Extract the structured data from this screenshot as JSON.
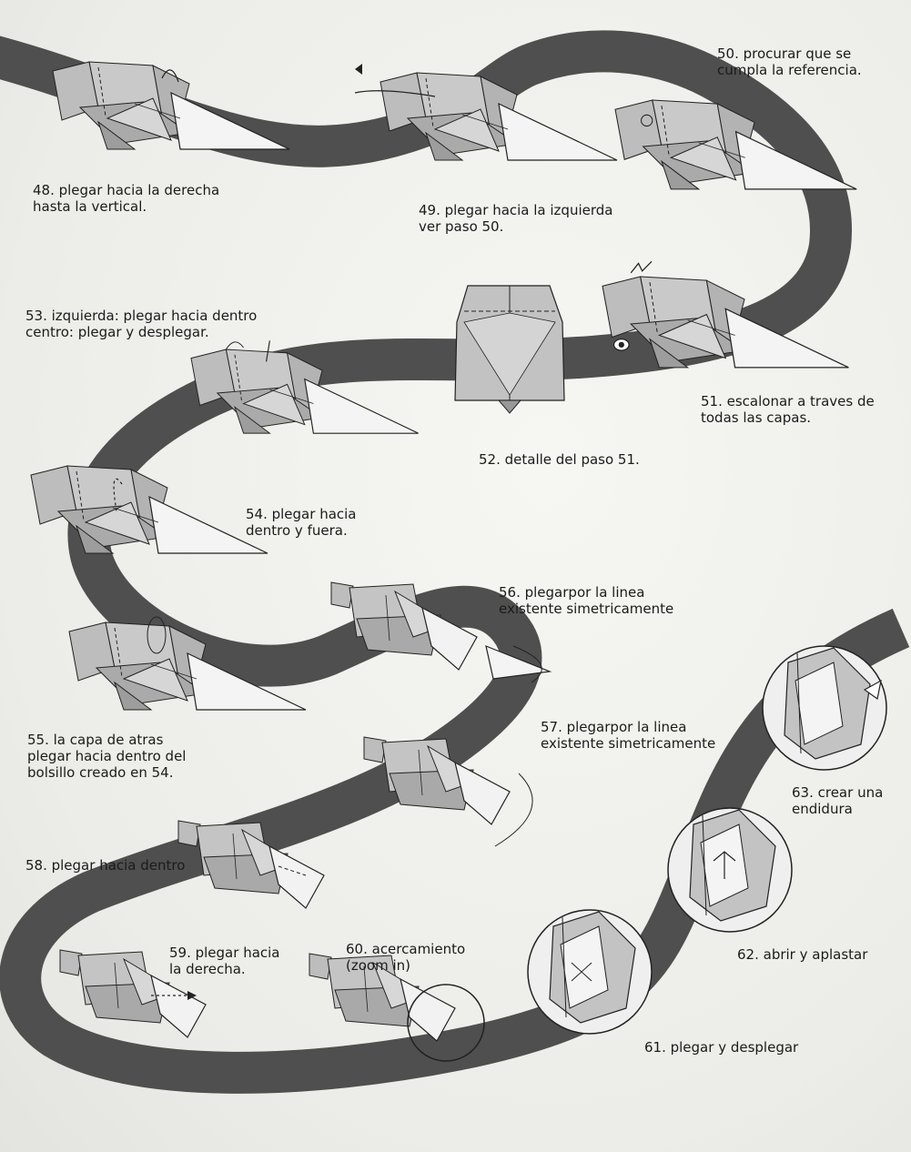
{
  "steps": [
    {
      "number": "48",
      "text": "48. plegar hacia la derecha\nhasta la vertical."
    },
    {
      "number": "49",
      "text": "49. plegar hacia la izquierda\nver paso 50."
    },
    {
      "number": "50",
      "text": "50. procurar que se\ncumpla la referencia."
    },
    {
      "number": "51",
      "text": "51. escalonar a traves de\ntodas las capas."
    },
    {
      "number": "52",
      "text": "52. detalle del paso 51."
    },
    {
      "number": "53",
      "text": "53. izquierda: plegar hacia dentro\ncentro: plegar y desplegar."
    },
    {
      "number": "54",
      "text": "54. plegar hacia\ndentro y fuera."
    },
    {
      "number": "55",
      "text": "55. la capa de atras\nplegar hacia dentro del\nbolsillo creado en 54."
    },
    {
      "number": "56",
      "text": "56. plegarpor la linea\nexistente simetricamente"
    },
    {
      "number": "57",
      "text": "57. plegarpor la linea\nexistente simetricamente"
    },
    {
      "number": "58",
      "text": "58. plegar hacia dentro"
    },
    {
      "number": "59",
      "text": "59. plegar hacia\nla derecha."
    },
    {
      "number": "60",
      "text": "60. acercamiento\n(zoom in)"
    },
    {
      "number": "61",
      "text": "61. plegar y desplegar"
    },
    {
      "number": "62",
      "text": "62. abrir y aplastar"
    },
    {
      "number": "63",
      "text": "63. crear una\nendidura"
    }
  ],
  "colors": {
    "ribbon": "#4f4f4f",
    "paper_shade": "#bdbdbd",
    "paper_light": "#f4f4f4",
    "line": "#222222",
    "text": "#1b1b1b"
  }
}
